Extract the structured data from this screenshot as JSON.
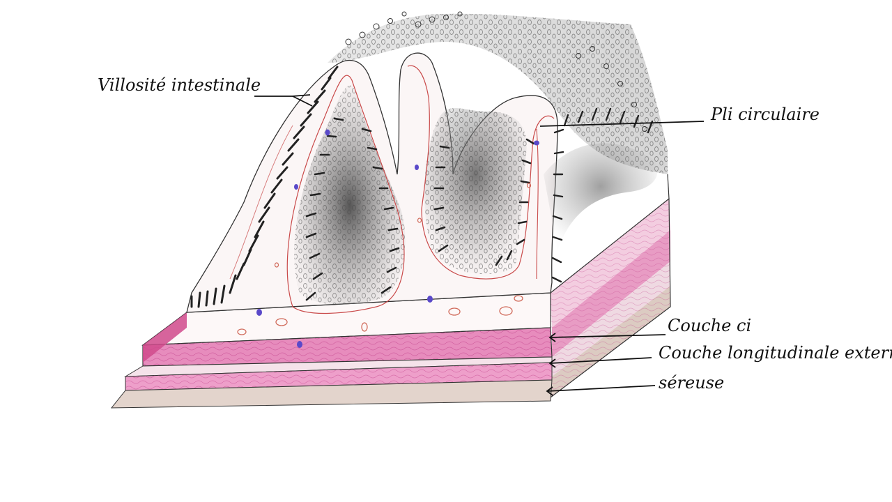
{
  "labels": {
    "villosite": "Villosité intestinale",
    "pli": "Pli circulaire",
    "couche_ci": "Couche ci",
    "couche_le": "Couche longitudinale externe",
    "sereuse": "séreuse"
  },
  "colors": {
    "muscle_pink": "#e17bb0",
    "muscle_pink_light": "#f1bcd7",
    "serosa_tan": "#d9c9bf",
    "mucosa_outline": "#c94a4a",
    "vessel_blue": "#5a49c9",
    "vessel_red": "#d06a5a",
    "pencil": "#333333",
    "shade_gray": "#8a8a8a"
  },
  "icons": [
    "arrow-left-icon"
  ]
}
